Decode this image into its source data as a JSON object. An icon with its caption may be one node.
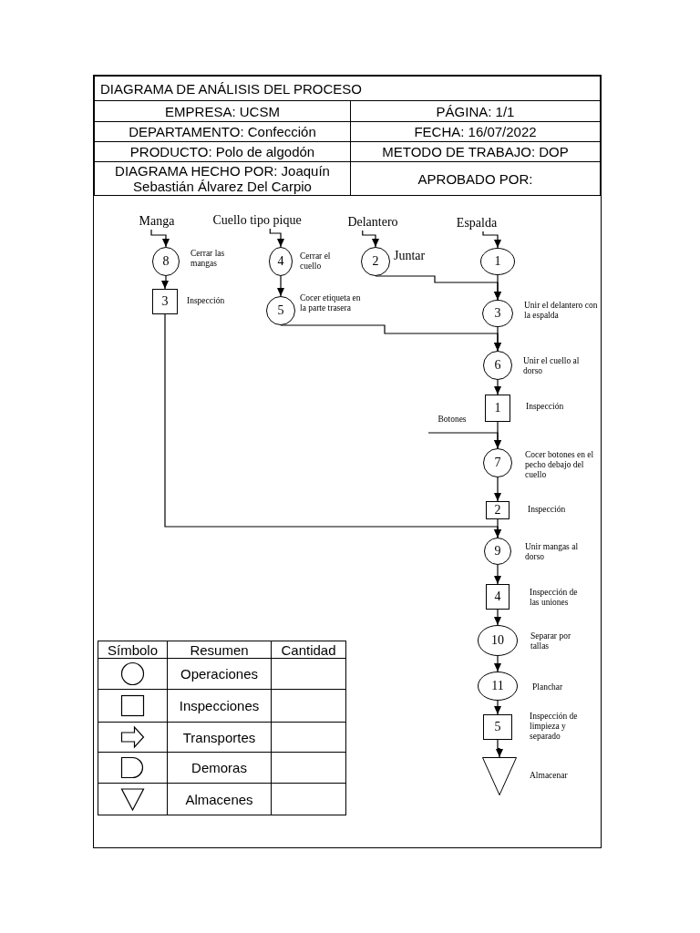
{
  "diagram": {
    "title": "DIAGRAMA DE ANÁLISIS DEL PROCESO",
    "nodes": [
      {
        "text": [
          "Manga"
        ]
      },
      {
        "text": [
          "Cuello tipo pique"
        ]
      },
      {
        "text": [
          "Delantero"
        ]
      },
      {
        "text": [
          "Espalda"
        ]
      },
      {
        "text": [
          "8"
        ],
        "beside": [
          "Cerrar las mangas"
        ]
      },
      {
        "text": [
          "3"
        ],
        "beside": [
          "Inspección"
        ]
      },
      {
        "text": [
          "4"
        ],
        "beside": [
          "Cerrar el cuello"
        ]
      },
      {
        "text": [
          "5"
        ],
        "beside": [
          "Cocer etiqueta en la parte trasera"
        ]
      },
      {
        "text": [
          "2"
        ],
        "beside": [
          "Juntar"
        ]
      },
      {
        "text": [
          "1"
        ]
      },
      {
        "text": [
          "3"
        ],
        "beside": [
          "Unir el delantero con la espalda"
        ]
      },
      {
        "text": [
          "6"
        ],
        "beside": [
          "Unir el cuello al dorso"
        ]
      },
      {
        "text": [
          "1"
        ],
        "beside": [
          "Inspección"
        ]
      },
      {
        "text": [
          "Botones"
        ]
      },
      {
        "text": [
          "7"
        ],
        "beside": [
          "Cocer botones en el pecho debajo del cuello"
        ]
      },
      {
        "text": [
          "2"
        ],
        "beside": [
          "Inspección"
        ]
      },
      {
        "text": [
          "9"
        ],
        "beside": [
          "Unir mangas al dorso"
        ]
      },
      {
        "text": [
          "4"
        ],
        "beside": [
          "Inspección de las uniones"
        ]
      },
      {
        "text": [
          "10"
        ],
        "beside": [
          "Separar por tallas"
        ]
      },
      {
        "text": [
          "11"
        ],
        "beside": [
          "Planchar"
        ]
      },
      {
        "text": [
          "5"
        ],
        "beside": [
          "Inspección de limpieza y separado"
        ]
      },
      {
        "text": [],
        "shape": "triangle",
        "beside": [
          "Almacenar"
        ]
      }
    ],
    "edges": [
      {
        "from": 0,
        "to": 4,
        "arrow": "to"
      },
      {
        "from": 1,
        "to": 6,
        "arrow": "to"
      },
      {
        "from": 2,
        "to": 8,
        "arrow": "to"
      },
      {
        "from": 3,
        "to": 9,
        "arrow": "to"
      },
      {
        "from": 4,
        "to": 5,
        "arrow": "to"
      },
      {
        "from": 6,
        "to": 7,
        "arrow": "to"
      },
      {
        "from": 8,
        "to": 10,
        "arrow": "to"
      },
      {
        "from": 9,
        "to": 10,
        "arrow": "to"
      },
      {
        "from": 7,
        "to": 11,
        "arrow": "to"
      },
      {
        "from": 10,
        "to": 11,
        "arrow": "to"
      },
      {
        "from": 11,
        "to": 12,
        "arrow": "to"
      },
      {
        "from": 12,
        "to": 14,
        "arrow": "to"
      },
      {
        "from": 13,
        "to": 14,
        "arrow": "to"
      },
      {
        "from": 14,
        "to": 15,
        "arrow": "to"
      },
      {
        "from": 5,
        "to": 16,
        "arrow": "to"
      },
      {
        "from": 15,
        "to": 16,
        "arrow": "to"
      },
      {
        "from": 16,
        "to": 17,
        "arrow": "to"
      },
      {
        "from": 17,
        "to": 18,
        "arrow": "to"
      },
      {
        "from": 18,
        "to": 19,
        "arrow": "to"
      },
      {
        "from": 19,
        "to": 20,
        "arrow": "to"
      },
      {
        "from": 20,
        "to": 21,
        "arrow": "to"
      }
    ],
    "labels": [
      "EMPRESA: UCSM",
      "PÁGINA: 1/1",
      "DEPARTAMENTO: Confección",
      "FECHA: 16/07/2022",
      "PRODUCTO: Polo de algodón",
      "METODO DE TRABAJO: DOP",
      "DIAGRAMA HECHO POR: Joaquín Sebastián Álvarez Del Carpio",
      "APROBADO POR:",
      "Símbolo",
      "Resumen",
      "Cantidad"
    ],
    "legend": [
      {
        "text": "Operaciones"
      },
      {
        "text": "Inspecciones"
      },
      {
        "text": "Transportes"
      },
      {
        "text": "Demoras"
      },
      {
        "text": "Almacenes"
      }
    ]
  }
}
